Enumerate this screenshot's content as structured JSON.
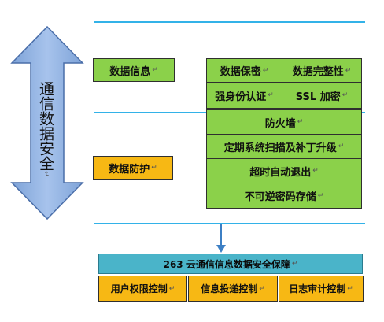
{
  "side_label": "通信数据安全",
  "paragraph_mark": "↵",
  "boxes": {
    "data_info": "数据信息",
    "data_protect": "数据防护",
    "data_secrecy": "数据保密",
    "data_integrity": "数据完整性",
    "strong_auth": "强身份认证",
    "ssl_encrypt": "SSL 加密",
    "firewall": "防火墙",
    "patch_upgrade": "定期系统扫描及补丁升级",
    "timeout_logout": "超时自动退出",
    "irreversible_storage": "不可逆密码存储",
    "guarantee_title": "263 云通信信息数据安全保障",
    "user_access": "用户权限控制",
    "delivery_control": "信息投递控制",
    "log_audit": "日志审计控制"
  },
  "colors": {
    "green": "#8bd14a",
    "orange": "#f7b814",
    "teal": "#4ab4c9",
    "blue_arrow": "#8aaee0",
    "line": "#33b2e8"
  }
}
